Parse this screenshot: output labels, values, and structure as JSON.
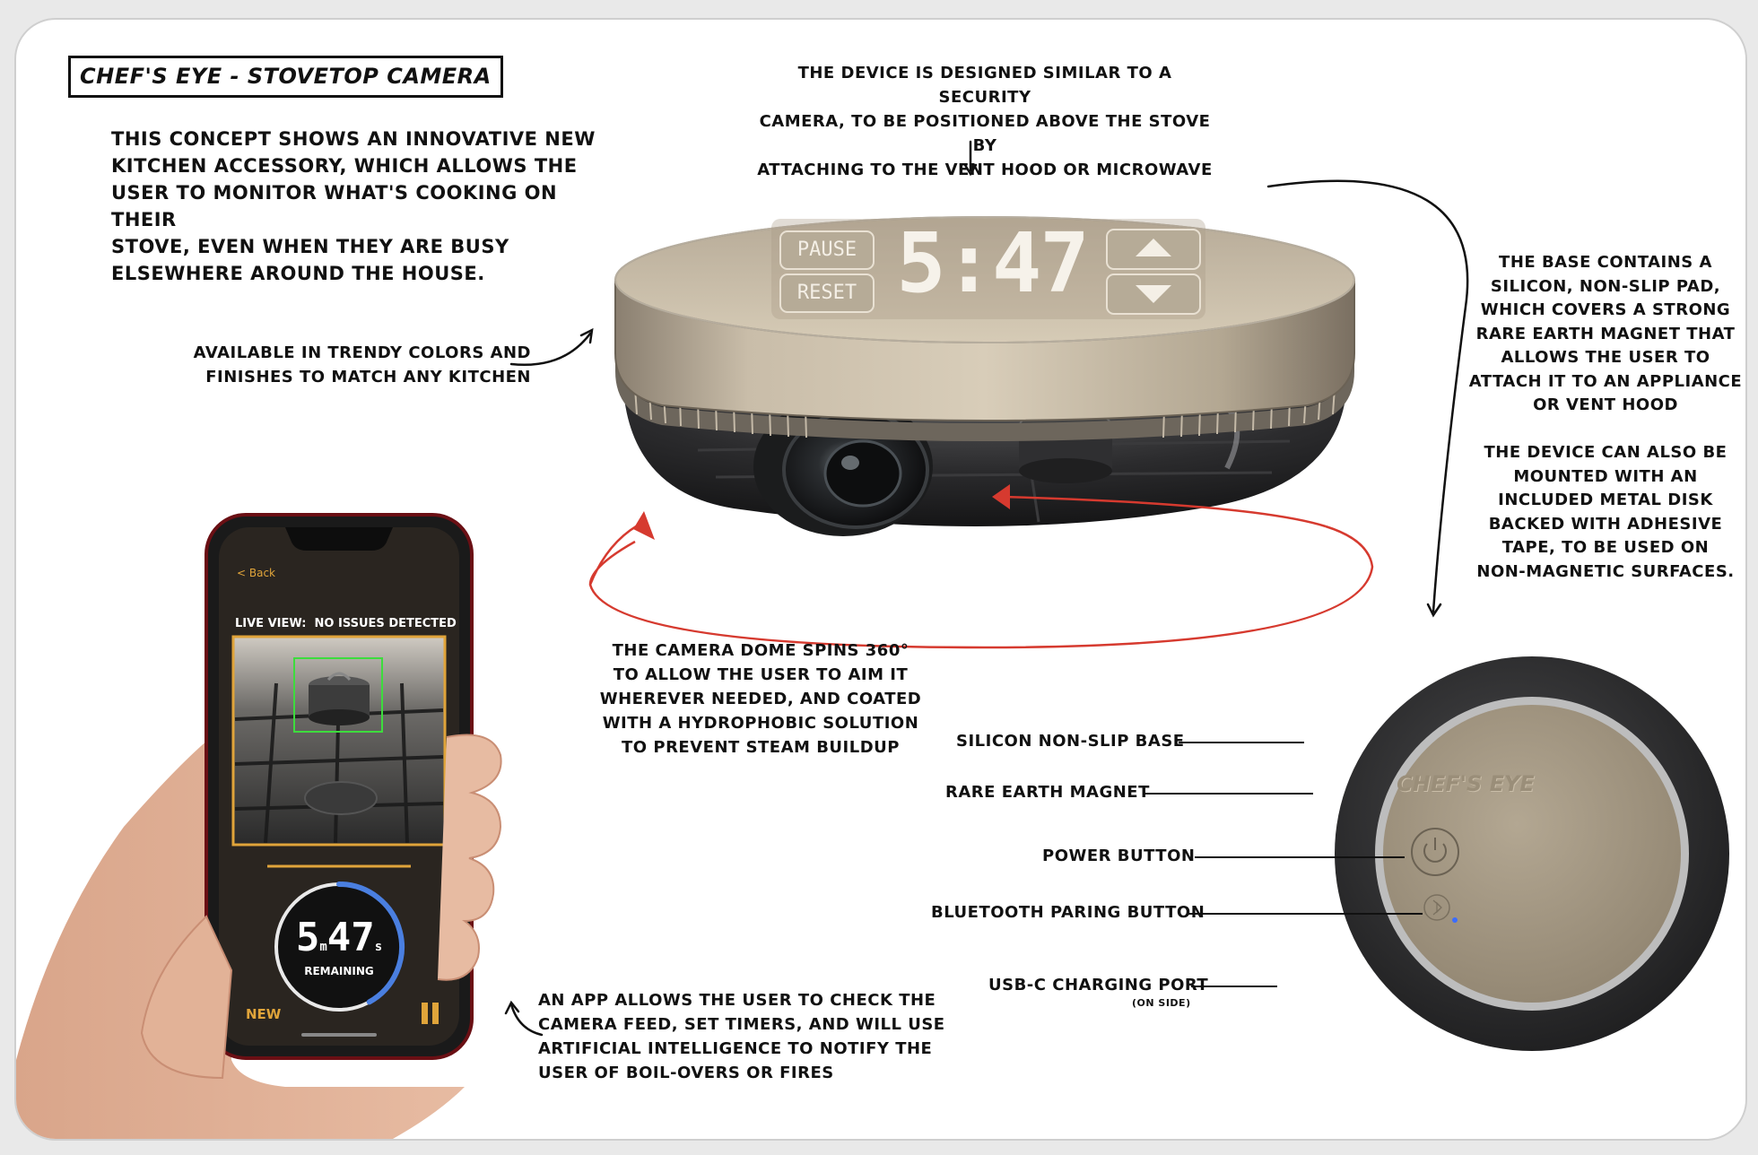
{
  "title": "Chef's Eye - Stovetop Camera",
  "intro": "This concept shows an innovative new\nkitchen accessory, which allows the\nuser to monitor what's cooking on their\nstove, even when they are busy\nelsewhere around the house.",
  "notes": {
    "mounting": "The device is designed similar to a security\ncamera, to be positioned above the stove by\nattaching to the vent hood or microwave",
    "colors": "Available in trendy colors and\nfinishes to match any kitchen",
    "base": "The base contains a\nsilicon, non-slip pad,\nwhich covers a strong\nrare earth magnet that\nallows the user to\nattach it to an appliance\nor vent hood",
    "metal_disk": "The device can also be\nmounted with an\nincluded metal disk\nbacked with adhesive\ntape, to be used on\nnon-magnetic surfaces.",
    "dome": "The camera dome spins 360°\nto allow the user to aim it\nwherever needed, and coated\nwith a hydrophobic solution\nto prevent steam buildup",
    "app": "An app allows the user to check the\ncamera feed, set timers, and will use\nartificial intelligence to notify the\nuser of boil-overs or fires"
  },
  "device": {
    "pause_label": "Pause",
    "reset_label": "Reset",
    "timer_display": "5:47"
  },
  "base_labels": {
    "pad": "Silicon non-slip base",
    "magnet": "Rare earth magnet",
    "power": "Power button",
    "bluetooth": "Bluetooth paring button",
    "usb": "USB-C charging port",
    "usb_sub": "(on side)",
    "brand": "Chef's Eye"
  },
  "phone_app": {
    "back_label": "< Back",
    "status": "Live View:  No issues detected",
    "timer_minutes": "5",
    "timer_minutes_unit": "m",
    "timer_seconds": "47",
    "timer_seconds_unit": "s",
    "timer_caption": "Remaining",
    "new_label": "New",
    "timer_progress": 0.42
  },
  "colors": {
    "accent_red": "#d63a2f",
    "app_gold": "#e0a43a",
    "timer_blue": "#4a7fe0",
    "detect_green": "#3ddc3d"
  }
}
